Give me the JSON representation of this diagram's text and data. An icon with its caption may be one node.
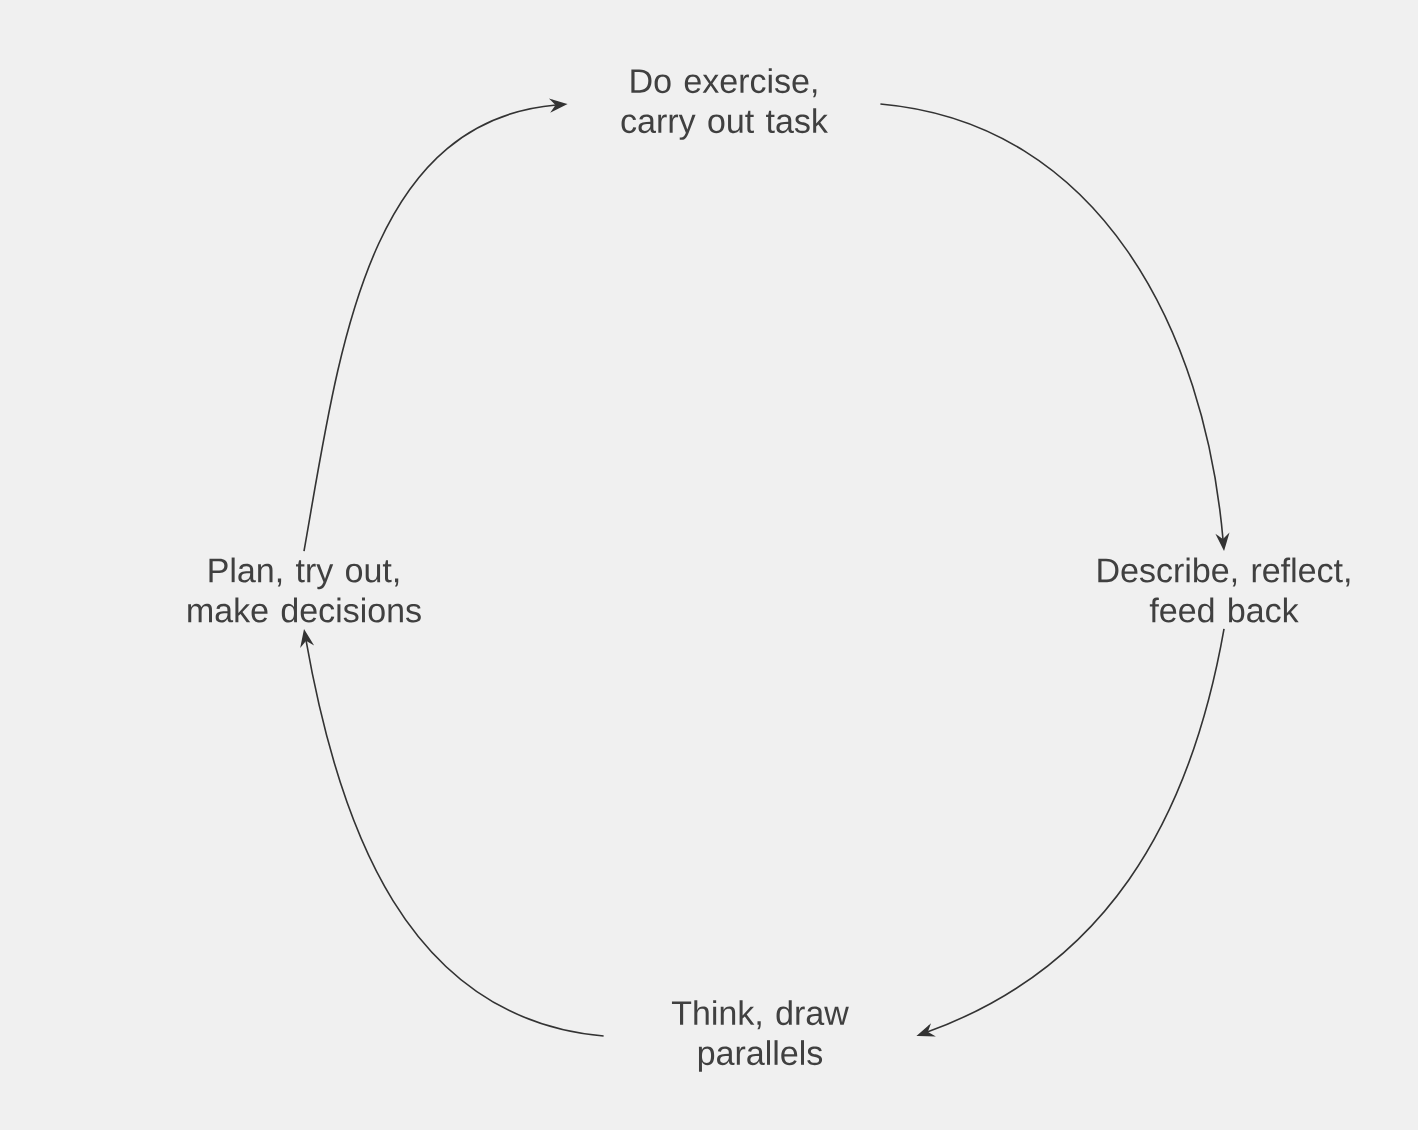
{
  "diagram": {
    "nodes": [
      {
        "text": [
          "Do exercise, carry out task"
        ]
      },
      {
        "text": [
          "Describe, reflect, feed back"
        ]
      },
      {
        "text": [
          "Think, draw parallels"
        ]
      },
      {
        "text": [
          "Plan, try out, make decisions"
        ]
      }
    ],
    "edges": [
      {
        "from": 0,
        "to": 1,
        "arrow": "to"
      },
      {
        "from": 1,
        "to": 2,
        "arrow": "to"
      },
      {
        "from": 2,
        "to": 3,
        "arrow": "to"
      },
      {
        "from": 3,
        "to": 0,
        "arrow": "to"
      }
    ]
  }
}
